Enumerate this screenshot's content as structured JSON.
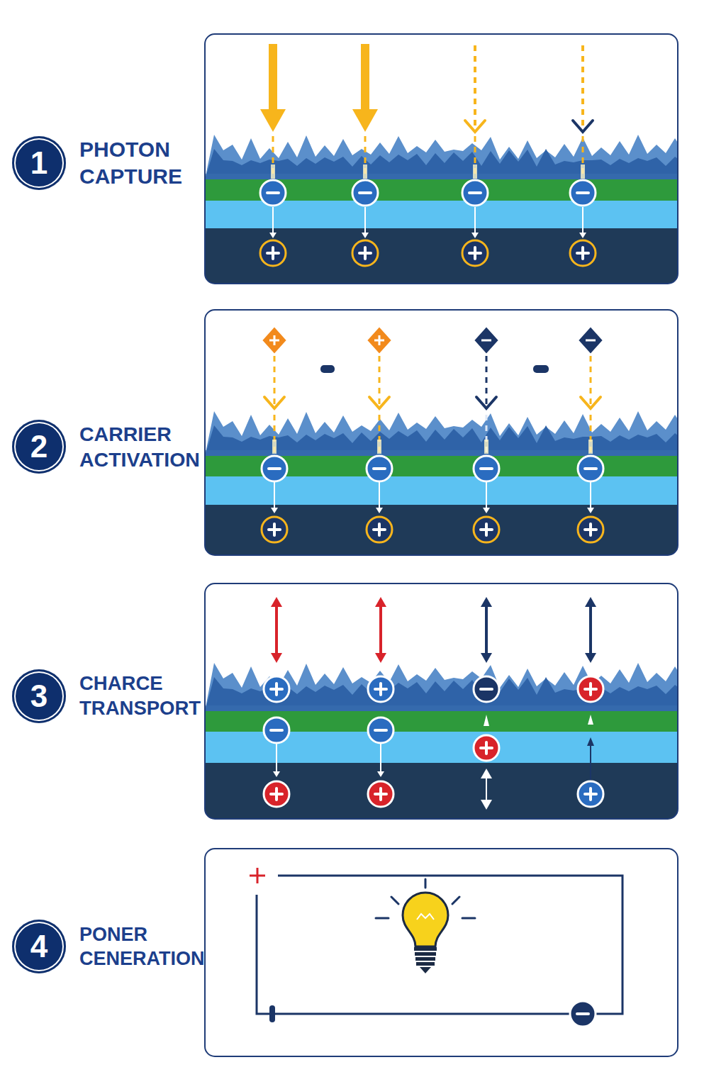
{
  "diagram": {
    "nodes": [
      {
        "text": [
          "1",
          "PHOTON CAPTURE"
        ]
      },
      {
        "text": [
          "2",
          "CARRIER ACTIVATION"
        ]
      },
      {
        "text": [
          "3",
          "CHARCE TRANSPORT"
        ]
      },
      {
        "text": [
          "4",
          "PONER CENERATION"
        ]
      }
    ]
  }
}
